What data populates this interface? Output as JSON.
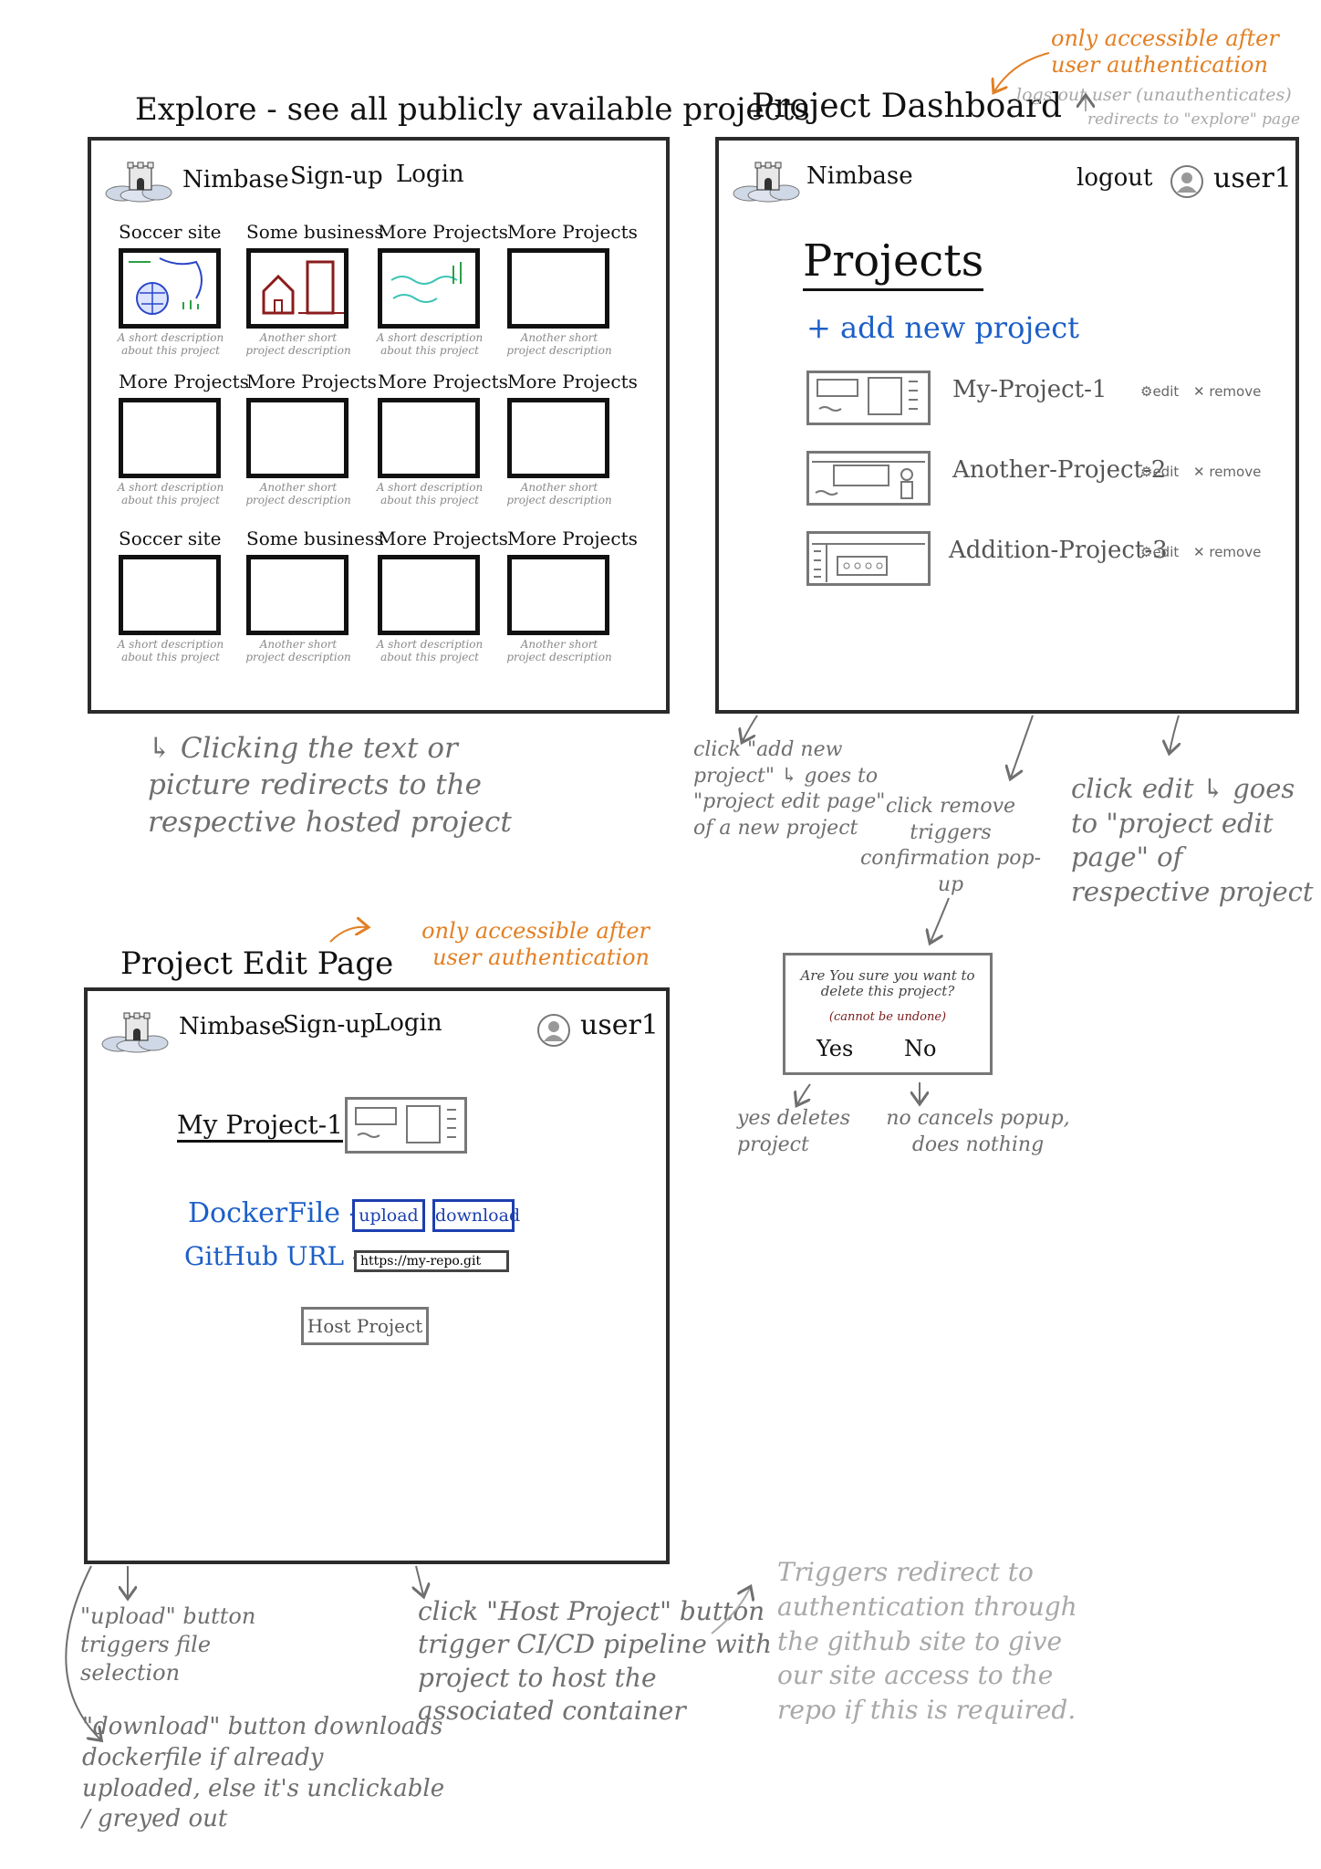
{
  "explore": {
    "title": "Explore - see all publicly available projects",
    "nav": {
      "brand": "Nimbase",
      "signup": "Sign-up",
      "login": "Login"
    },
    "cards": [
      {
        "title": "Soccer site",
        "desc": "A short description about this project"
      },
      {
        "title": "Some business",
        "desc": "Another short project description"
      },
      {
        "title": "More Projects",
        "desc": "A short description about this project"
      },
      {
        "title": "More Projects",
        "desc": "Another short project description"
      },
      {
        "title": "More Projects",
        "desc": "A short description about this project"
      },
      {
        "title": "More Projects",
        "desc": "Another short project description"
      },
      {
        "title": "More Projects",
        "desc": "A short description about this project"
      },
      {
        "title": "More Projects",
        "desc": "Another short project description"
      },
      {
        "title": "Soccer site",
        "desc": "A short description about this project"
      },
      {
        "title": "Some business",
        "desc": "Another short project description"
      },
      {
        "title": "More Projects",
        "desc": "A short description about this project"
      },
      {
        "title": "More Projects",
        "desc": "Another short project description"
      }
    ],
    "note": "Clicking the text or picture redirects to the respective hosted project"
  },
  "dashboard": {
    "title": "Project Dashboard",
    "auth_note": "only accessible after user authentication",
    "logout_note": "logs out user (unauthenticates)",
    "redirect_note": "redirects to \"explore\" page",
    "nav": {
      "brand": "Nimbase",
      "logout": "logout",
      "user": "user1"
    },
    "heading": "Projects",
    "add_project": "+ add new project",
    "projects": [
      {
        "name": "My-Project-1"
      },
      {
        "name": "Another-Project-2"
      },
      {
        "name": "Addition-Project-3"
      }
    ],
    "edit_label": "edit",
    "remove_label": "remove",
    "notes": {
      "add": "click \"add new project\" ↳ goes to \"project edit page\" of a new project",
      "remove": "click remove triggers confirmation pop-up",
      "edit": "click edit ↳ goes to \"project edit page\" of respective project"
    }
  },
  "popup": {
    "question": "Are You sure you want to delete this project?",
    "warning": "(cannot be undone)",
    "yes": "Yes",
    "no": "No",
    "yes_note": "yes deletes project",
    "no_note": "no cancels popup, does nothing"
  },
  "edit_page": {
    "title": "Project Edit Page",
    "auth_note": "only accessible after user authentication",
    "nav": {
      "brand": "Nimbase",
      "signup": "Sign-up",
      "login": "Login",
      "user": "user1"
    },
    "project_name": "My Project-1",
    "dockerfile_label": "DockerFile -",
    "upload": "upload",
    "download": "download",
    "github_label": "GitHub URL -",
    "github_value": "https://my-repo.git",
    "host_button": "Host Project",
    "notes": {
      "upload": "\"upload\" button triggers file selection",
      "download": "\"download\" button downloads dockerfile if already uploaded, else it's unclickable / greyed out",
      "host": "click \"Host Project\" button trigger CI/CD pipeline with project to host the associated container",
      "github": "Triggers redirect to authentication through the github site to give our site access to the repo if this is required."
    }
  },
  "colors": {
    "orange": "#e27f23",
    "blue": "#1c5fc7",
    "border": "#2b2b2b",
    "note_grey": "#6f6f6f"
  },
  "icons": [
    "cloud-castle-logo-icon",
    "user-avatar-icon",
    "gear-icon",
    "close-icon"
  ]
}
